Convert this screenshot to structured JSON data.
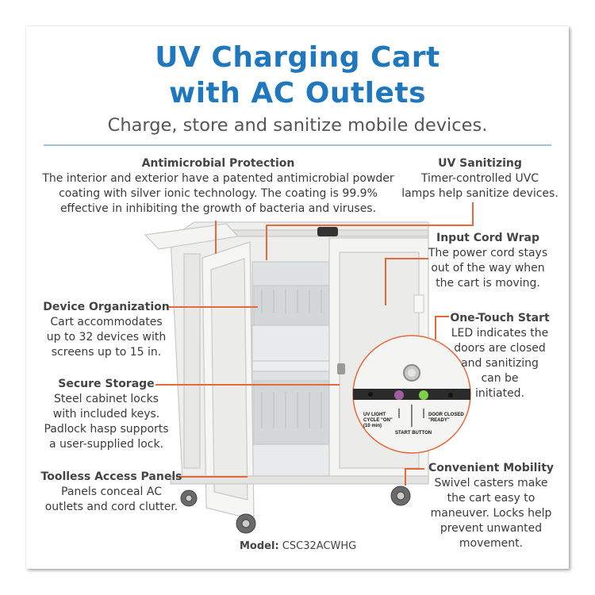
{
  "title_line1": "UV Charging Cart",
  "title_line2": "with AC Outlets",
  "subtitle": "Charge, store and sanitize mobile devices.",
  "features": {
    "antimicrobial": {
      "heading": "Antimicrobial Protection",
      "line1": "The interior and exterior have a patented antimicrobial powder",
      "line2": "coating with silver ionic technology. The coating is 99.9%",
      "line3": "effective in inhibiting the growth of bacteria and viruses."
    },
    "uv_sanitizing": {
      "heading": "UV Sanitizing",
      "line1": "Timer-controlled UVC",
      "line2": "lamps help sanitize devices."
    },
    "input_cord": {
      "heading": "Input Cord Wrap",
      "line1": "The power cord stays",
      "line2": "out of the way when",
      "line3": "the cart is moving."
    },
    "one_touch": {
      "heading": "One-Touch Start",
      "line1": "LED indicates the",
      "line2": "doors are closed",
      "line3": "and sanitizing",
      "line4": "can be",
      "line5": "initiated."
    },
    "device_org": {
      "heading": "Device Organization",
      "line1": "Cart accommodates",
      "line2": "up to 32 devices with",
      "line3": "screens up to 15 in."
    },
    "secure": {
      "heading": "Secure Storage",
      "line1": "Steel cabinet locks",
      "line2": "with included keys.",
      "line3": "Padlock hasp supports",
      "line4": "a user-supplied lock."
    },
    "toolless": {
      "heading": "Toolless Access Panels",
      "line1": "Panels conceal AC",
      "line2": "outlets and cord clutter."
    },
    "mobility": {
      "heading": "Convenient Mobility",
      "line1": "Swivel casters make",
      "line2": "the cart easy to",
      "line3": "maneuver. Locks help",
      "line4": "prevent unwanted",
      "line5": "movement."
    }
  },
  "button_panel": {
    "label_uv1": "UV LIGHT",
    "label_uv2": "CYCLE \"ON\"",
    "label_uv3": "(10 min)",
    "label_start": "START BUTTON",
    "label_door1": "DOOR CLOSED",
    "label_door2": "\"READY\""
  },
  "model_label": "Model:",
  "model_value": "CSC32ACWHG",
  "colors": {
    "title": "#1f77be",
    "callout_line": "#e56a3a",
    "cart": "#f1f1ef"
  }
}
